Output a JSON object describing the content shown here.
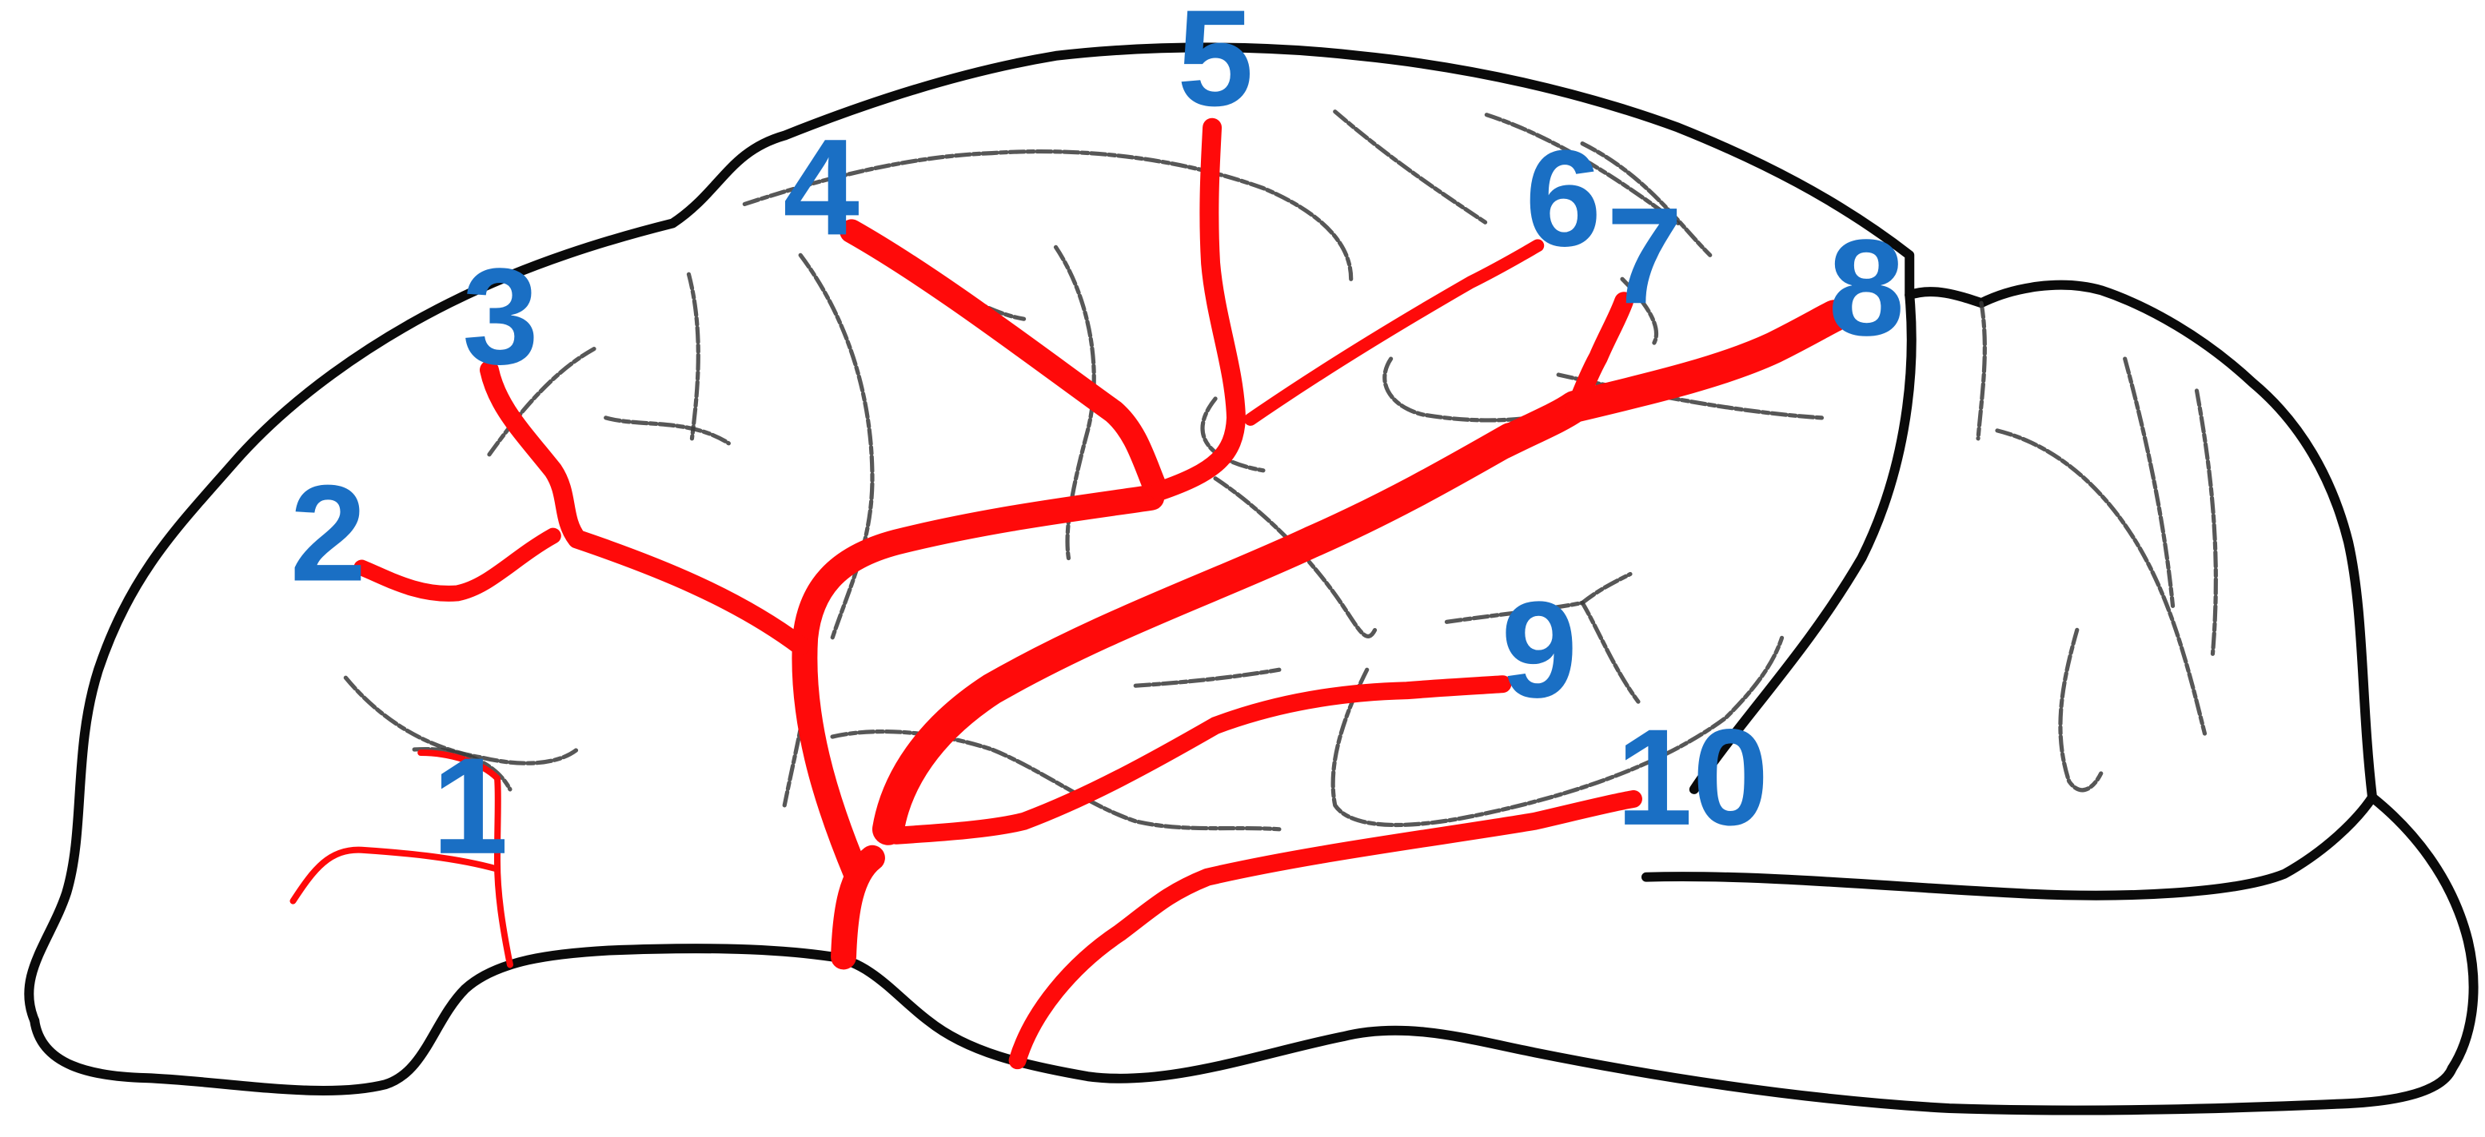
{
  "colors": {
    "outline": "#0a0a0a",
    "vessel": "#ff0a0a",
    "label": "#1a6fc4"
  },
  "labels": [
    "1",
    "2",
    "3",
    "4",
    "5",
    "6",
    "7",
    "8",
    "9",
    "10"
  ]
}
